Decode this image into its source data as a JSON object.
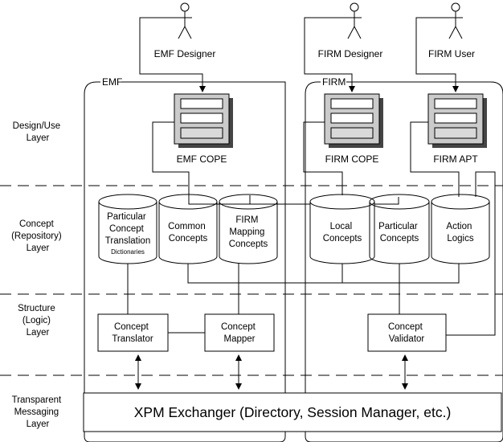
{
  "layers": [
    {
      "lines": [
        "Design/Use",
        "Layer"
      ]
    },
    {
      "lines": [
        "Concept",
        "(Repository)",
        "Layer"
      ]
    },
    {
      "lines": [
        "Structure",
        "(Logic)",
        "Layer"
      ]
    },
    {
      "lines": [
        "Transparent",
        "Messaging",
        "Layer"
      ]
    }
  ],
  "actors": {
    "emf_designer": "EMF Designer",
    "firm_designer": "FIRM Designer",
    "firm_user": "FIRM User"
  },
  "regions": {
    "emf": "EMF",
    "firm": "FIRM"
  },
  "apps": {
    "emf_cope": "EMF COPE",
    "firm_cope": "FIRM COPE",
    "firm_apt": "FIRM APT"
  },
  "repositories": {
    "translation": {
      "lines": [
        "Particular",
        "Concept",
        "Translation"
      ],
      "sub": "Dictionaries"
    },
    "common": {
      "lines": [
        "Common",
        "Concepts"
      ]
    },
    "firm_mapping": {
      "lines": [
        "FIRM",
        "Mapping",
        "Concepts"
      ]
    },
    "local": {
      "lines": [
        "Local",
        "Concepts"
      ]
    },
    "particular": {
      "lines": [
        "Particular",
        "Concepts"
      ]
    },
    "action": {
      "lines": [
        "Action",
        "Logics"
      ]
    }
  },
  "modules": {
    "translator": {
      "lines": [
        "Concept",
        "Translator"
      ]
    },
    "mapper": {
      "lines": [
        "Concept",
        "Mapper"
      ]
    },
    "validator": {
      "lines": [
        "Concept",
        "Validator"
      ]
    }
  },
  "exchanger": "XPM Exchanger (Directory, Session Manager, etc.)",
  "colors": {
    "app_fill": "#cbcbcb",
    "app_shadow": "#444444",
    "stroke": "#000000"
  }
}
